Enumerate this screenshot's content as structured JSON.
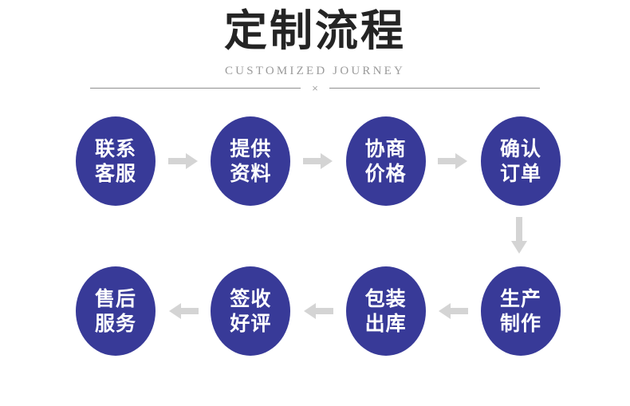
{
  "header": {
    "title": "定制流程",
    "subtitle": "CUSTOMIZED JOURNEY",
    "divider_mark": "×"
  },
  "colors": {
    "node_fill": "#383a98",
    "node_text": "#ffffff",
    "arrow": "#d4d4d4",
    "title": "#242424",
    "subtitle": "#9a9a9a",
    "divider_line": "#8f8f8f",
    "background": "#ffffff"
  },
  "flow": {
    "top_row": {
      "direction": "left-to-right",
      "steps": [
        {
          "index": 1,
          "line1": "联系",
          "line2": "客服",
          "name": "contact-support"
        },
        {
          "index": 2,
          "line1": "提供",
          "line2": "资料",
          "name": "provide-materials"
        },
        {
          "index": 3,
          "line1": "协商",
          "line2": "价格",
          "name": "negotiate-price"
        },
        {
          "index": 4,
          "line1": "确认",
          "line2": "订单",
          "name": "confirm-order"
        }
      ],
      "arrows": [
        "arrow-right-icon",
        "arrow-right-icon",
        "arrow-right-icon"
      ]
    },
    "vertical_connector": {
      "icon": "arrow-down-icon",
      "direction": "top-to-bottom"
    },
    "bottom_row": {
      "direction": "right-to-left",
      "steps": [
        {
          "index": 8,
          "line1": "售后",
          "line2": "服务",
          "name": "after-sales-service"
        },
        {
          "index": 7,
          "line1": "签收",
          "line2": "好评",
          "name": "sign-and-review"
        },
        {
          "index": 6,
          "line1": "包装",
          "line2": "出库",
          "name": "packaging-shipping"
        },
        {
          "index": 5,
          "line1": "生产",
          "line2": "制作",
          "name": "production"
        }
      ],
      "arrows": [
        "arrow-left-icon",
        "arrow-left-icon",
        "arrow-left-icon"
      ]
    }
  }
}
